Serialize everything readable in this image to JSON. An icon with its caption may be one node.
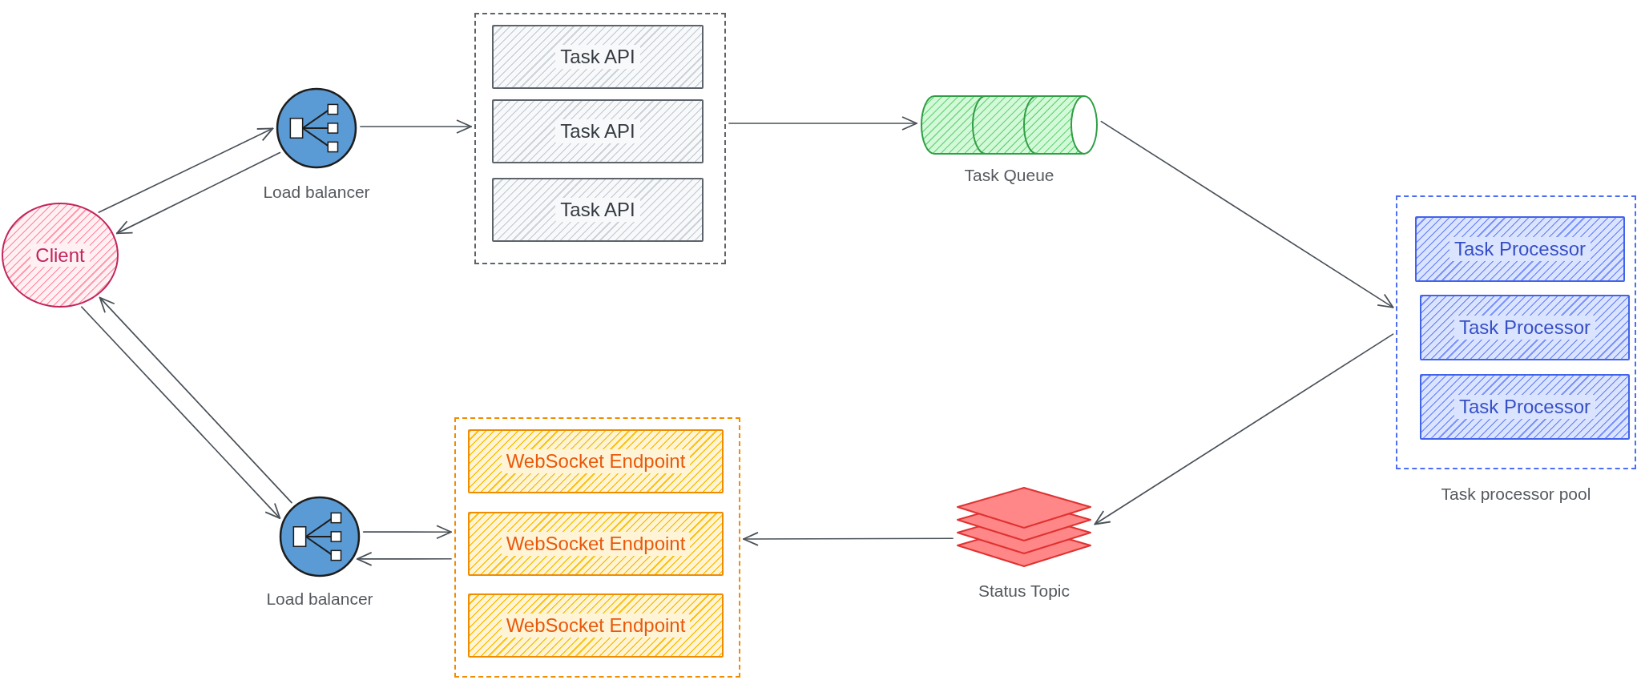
{
  "diagram": {
    "nodes": [
      {
        "text": [
          "Client"
        ]
      },
      {
        "text": [],
        "shape": "circle",
        "beside": [
          "Load balancer"
        ]
      },
      {
        "text": [],
        "shape": "box"
      },
      {
        "text": [
          "Task API"
        ],
        "in": 2
      },
      {
        "text": [
          "Task API"
        ],
        "in": 2
      },
      {
        "text": [
          "Task API"
        ],
        "in": 2
      },
      {
        "text": [],
        "shape": "cylinder",
        "beside": [
          "Task Queue"
        ]
      },
      {
        "text": [],
        "shape": "box",
        "beside": [
          "Task processor pool"
        ]
      },
      {
        "text": [
          "Task Processor"
        ],
        "in": 7
      },
      {
        "text": [
          "Task Processor"
        ],
        "in": 7
      },
      {
        "text": [
          "Task Processor"
        ],
        "in": 7
      },
      {
        "text": [],
        "shape": "circle",
        "beside": [
          "Load balancer"
        ]
      },
      {
        "text": [],
        "shape": "box"
      },
      {
        "text": [
          "WebSocket Endpoint"
        ],
        "in": 12
      },
      {
        "text": [
          "WebSocket Endpoint"
        ],
        "in": 12
      },
      {
        "text": [
          "WebSocket Endpoint"
        ],
        "in": 12
      },
      {
        "text": [],
        "shape": "picture",
        "beside": [
          "Status Topic"
        ]
      }
    ],
    "edges": [
      {
        "from": 0,
        "to": 1,
        "arrow": "to"
      },
      {
        "from": 1,
        "to": 0,
        "arrow": "to"
      },
      {
        "from": 1,
        "to": 2,
        "arrow": "to"
      },
      {
        "from": 2,
        "to": 6,
        "arrow": "to"
      },
      {
        "from": 6,
        "to": 7,
        "arrow": "to"
      },
      {
        "from": 7,
        "to": 16,
        "arrow": "to"
      },
      {
        "from": 16,
        "to": 12,
        "arrow": "to"
      },
      {
        "from": 11,
        "to": 12,
        "arrow": "to"
      },
      {
        "from": 12,
        "to": 11,
        "arrow": "to"
      },
      {
        "from": 11,
        "to": 0,
        "arrow": "to"
      },
      {
        "from": 0,
        "to": 11,
        "arrow": "to"
      }
    ]
  }
}
